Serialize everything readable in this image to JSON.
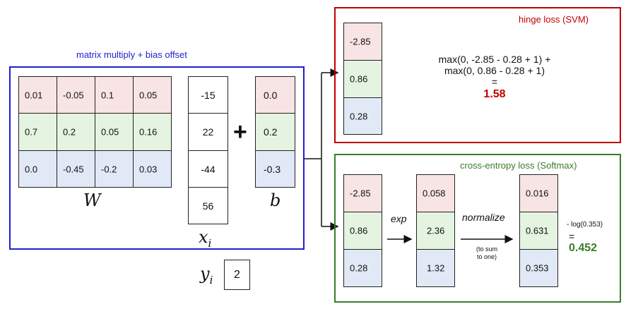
{
  "matrix_section": {
    "title": "matrix multiply + bias offset",
    "W_label": "W",
    "x_label": "x",
    "x_sub": "i",
    "b_label": "b",
    "plus": "+",
    "W": [
      [
        "0.01",
        "-0.05",
        "0.1",
        "0.05"
      ],
      [
        "0.7",
        "0.2",
        "0.05",
        "0.16"
      ],
      [
        "0.0",
        "-0.45",
        "-0.2",
        "0.03"
      ]
    ],
    "x": [
      "-15",
      "22",
      "-44",
      "56"
    ],
    "b": [
      "0.0",
      "0.2",
      "-0.3"
    ]
  },
  "label_row": {
    "y_label": "y",
    "y_sub": "i",
    "y_value": "2"
  },
  "svm": {
    "title": "hinge loss (SVM)",
    "scores": [
      "-2.85",
      "0.86",
      "0.28"
    ],
    "line1": "max(0, -2.85 - 0.28 + 1) +",
    "line2": "max(0, 0.86 - 0.28 + 1)",
    "equals": "=",
    "result": "1.58"
  },
  "softmax": {
    "title": "cross-entropy loss (Softmax)",
    "scores": [
      "-2.85",
      "0.86",
      "0.28"
    ],
    "exp_label": "exp",
    "exp_values": [
      "0.058",
      "2.36",
      "1.32"
    ],
    "normalize_label": "normalize",
    "normalize_note_1": "(to sum",
    "normalize_note_2": "to one)",
    "probs": [
      "0.016",
      "0.631",
      "0.353"
    ],
    "log_text": "- log(0.353)",
    "equals": "=",
    "result": "0.452"
  },
  "colors": {
    "blue_frame": "#1f1fd0",
    "red_frame": "#c00000",
    "green_frame": "#3a7d2a"
  }
}
